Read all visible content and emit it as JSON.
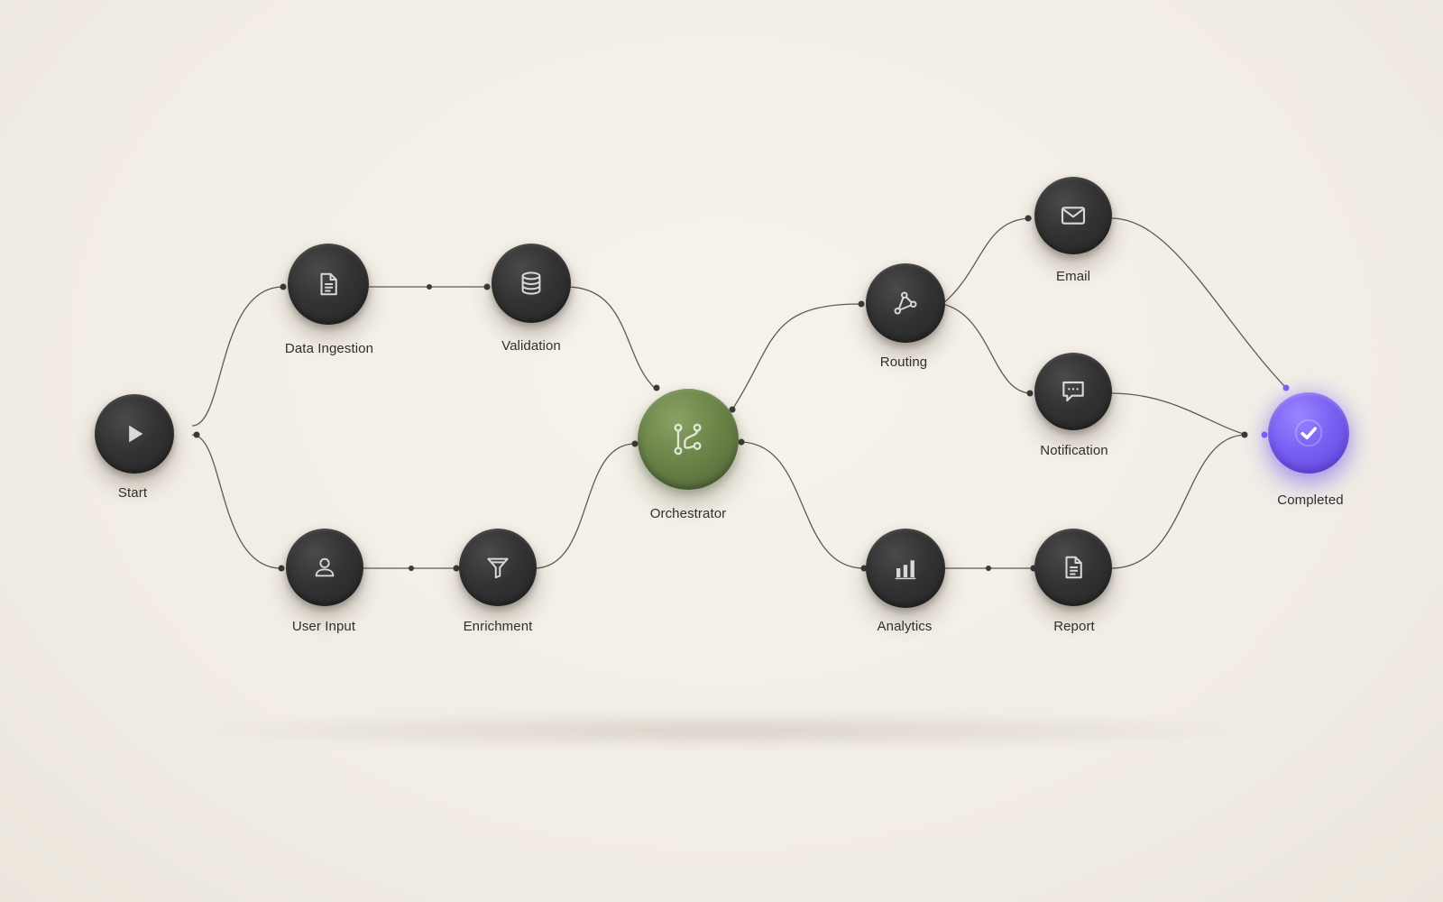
{
  "nodes": {
    "start": {
      "label": "Start",
      "icon": "play-icon"
    },
    "data_ingestion": {
      "label": "Data Ingestion",
      "icon": "document-icon"
    },
    "validation": {
      "label": "Validation",
      "icon": "database-icon"
    },
    "user_input": {
      "label": "User Input",
      "icon": "user-icon"
    },
    "enrichment": {
      "label": "Enrichment",
      "icon": "filter-icon"
    },
    "orchestrator": {
      "label": "Orchestrator",
      "icon": "branch-icon",
      "color": "#6b8448"
    },
    "routing": {
      "label": "Routing",
      "icon": "routing-icon"
    },
    "email": {
      "label": "Email",
      "icon": "mail-icon"
    },
    "notification": {
      "label": "Notification",
      "icon": "chat-bubble-icon"
    },
    "analytics": {
      "label": "Analytics",
      "icon": "bar-chart-icon"
    },
    "report": {
      "label": "Report",
      "icon": "report-icon"
    },
    "completed": {
      "label": "Completed",
      "icon": "check-icon",
      "color": "#7a60f2"
    }
  },
  "edges": [
    [
      "start",
      "data_ingestion"
    ],
    [
      "start",
      "user_input"
    ],
    [
      "data_ingestion",
      "validation"
    ],
    [
      "user_input",
      "enrichment"
    ],
    [
      "validation",
      "orchestrator"
    ],
    [
      "enrichment",
      "orchestrator"
    ],
    [
      "orchestrator",
      "routing"
    ],
    [
      "orchestrator",
      "analytics"
    ],
    [
      "routing",
      "email"
    ],
    [
      "routing",
      "notification"
    ],
    [
      "analytics",
      "report"
    ],
    [
      "email",
      "completed"
    ],
    [
      "notification",
      "completed"
    ],
    [
      "report",
      "completed"
    ]
  ],
  "colors": {
    "background": "#f3eee6",
    "node_dark": "#2e2e2e",
    "edge": "#5a5a5a",
    "accent_green": "#6b8448",
    "accent_purple": "#7a60f2"
  }
}
